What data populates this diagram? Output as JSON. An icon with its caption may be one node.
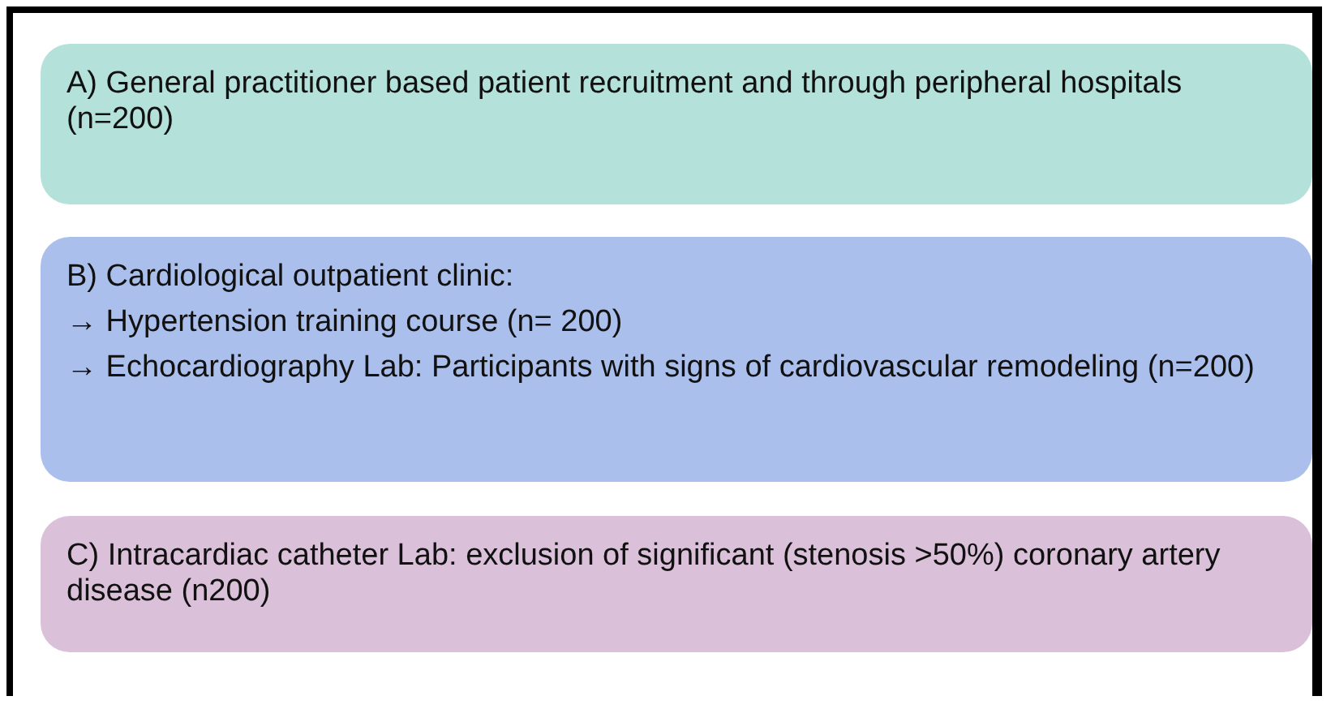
{
  "diagram": {
    "nodes": [
      {
        "text": [
          "A) General practitioner based patient recruitment and through peripheral hospitals (n=200)"
        ]
      },
      {
        "text": [
          "B) Cardiological outpatient clinic:",
          "→ Hypertension training course (n= 200)",
          "→ Echocardiography Lab: Participants with signs of cardiovascular remodeling (n=200)"
        ]
      },
      {
        "text": [
          "C) Intracardiac catheter Lab: exclusion of significant (stenosis >50%) coronary artery disease (n200)"
        ]
      }
    ]
  }
}
